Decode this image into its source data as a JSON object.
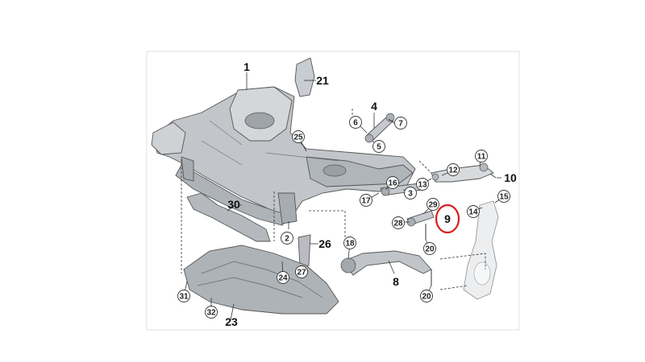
{
  "diagram": {
    "accent": "#d91e1e",
    "part_fill": "#b8bcc1",
    "part_dark": "#8f9499",
    "part_light": "#dcdfe2",
    "circled_labels": [
      "6",
      "7",
      "5",
      "25",
      "11",
      "12",
      "13",
      "16",
      "3",
      "17",
      "29",
      "28",
      "14",
      "15",
      "20",
      "18",
      "2",
      "24",
      "27",
      "31",
      "32",
      "20"
    ],
    "big_labels": [
      "1",
      "21",
      "4",
      "10",
      "30",
      "26",
      "8",
      "23"
    ],
    "highlight_label": "9"
  }
}
